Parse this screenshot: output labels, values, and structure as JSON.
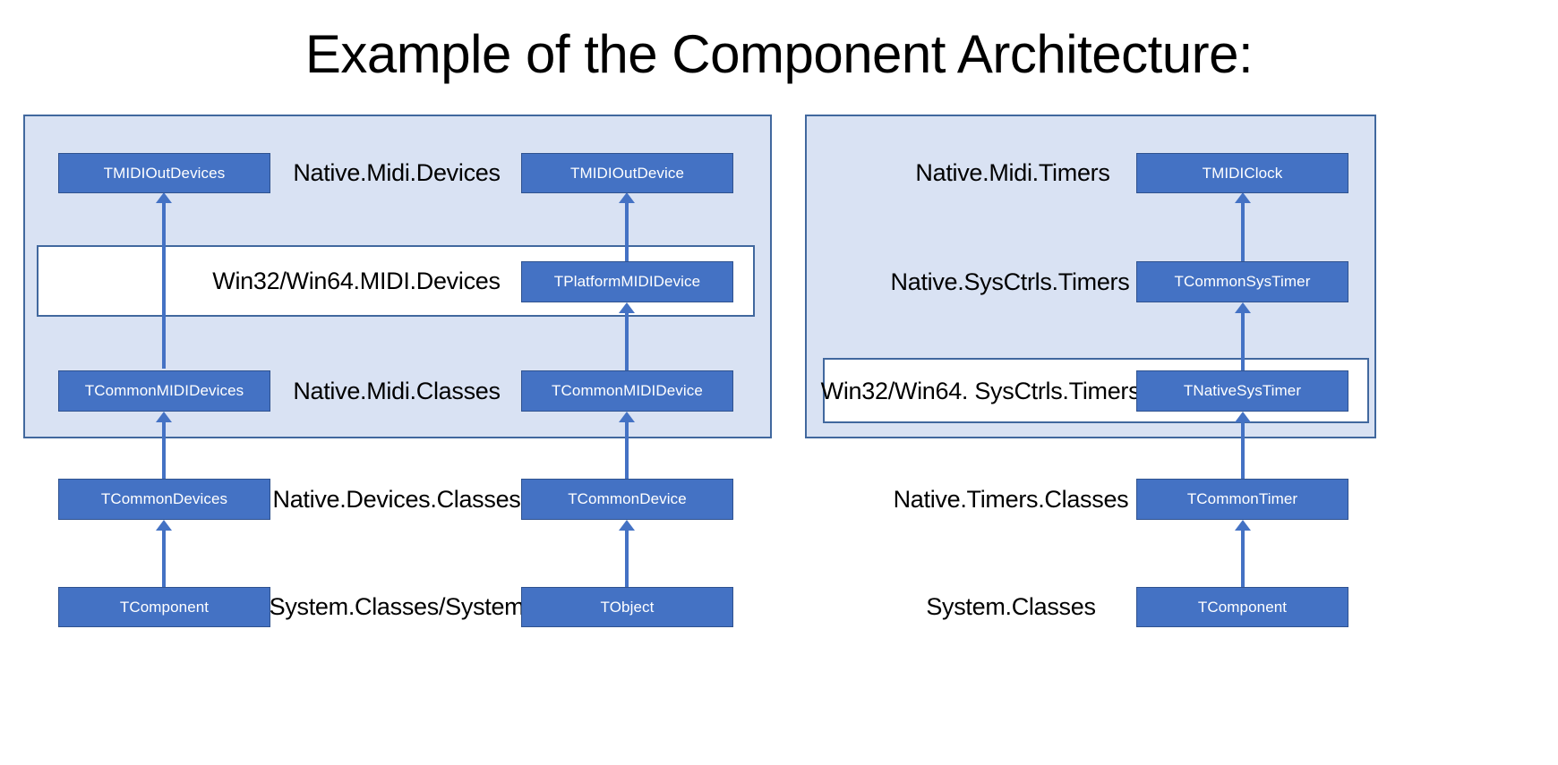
{
  "title": "Example of the Component Architecture:",
  "colors": {
    "box_fill": "#4472C4",
    "box_border": "#2F528F",
    "panel_fill": "#D9E2F3",
    "panel_border": "#41689E",
    "strip_fill": "#FFFFFF",
    "arrow": "#4472C4",
    "text_dark": "#000000",
    "text_light": "#FFFFFF"
  },
  "left_panel": {
    "rows": [
      {
        "namespace": "Native.Midi.Devices",
        "left_box": "TMIDIOutDevices",
        "right_box": "TMIDIOutDevice"
      },
      {
        "namespace": "Win32/Win64.MIDI.Devices",
        "left_box": "",
        "right_box": "TPlatformMIDIDevice"
      },
      {
        "namespace": "Native.Midi.Classes",
        "left_box": "TCommonMIDIDevices",
        "right_box": "TCommonMIDIDevice"
      }
    ]
  },
  "right_panel": {
    "rows": [
      {
        "namespace": "Native.Midi.Timers",
        "box": "TMIDIClock"
      },
      {
        "namespace": "Native.SysCtrls.Timers",
        "box": "TCommonSysTimer"
      },
      {
        "namespace": "Win32/Win64. SysCtrls.Timers",
        "box": "TNativeSysTimer"
      }
    ]
  },
  "base_rows": {
    "left": [
      {
        "namespace": "Native.Devices.Classes",
        "left_box": "TCommonDevices",
        "right_box": "TCommonDevice"
      },
      {
        "namespace": "System.Classes/System",
        "left_box": "TComponent",
        "right_box": "TObject"
      }
    ],
    "right": [
      {
        "namespace": "Native.Timers.Classes",
        "box": "TCommonTimer"
      },
      {
        "namespace": "System.Classes",
        "box": "TComponent"
      }
    ]
  }
}
